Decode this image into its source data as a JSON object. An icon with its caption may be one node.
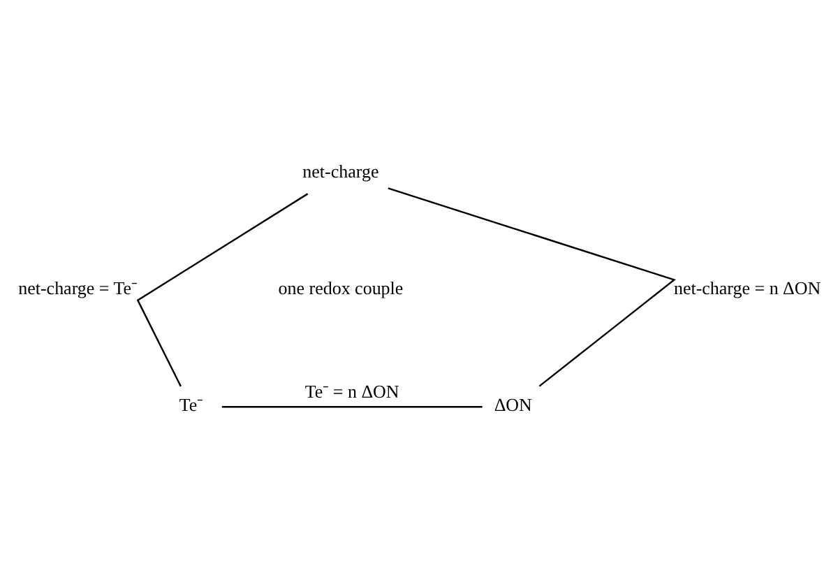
{
  "diagram": {
    "nodes": [
      {
        "text": [
          "net-charge"
        ]
      },
      {
        "text": [
          "Te⁻"
        ]
      },
      {
        "text": [
          "ΔON"
        ]
      }
    ],
    "edges": [
      {
        "from": 0,
        "to": 1,
        "arrow": "none",
        "label": "net-charge = Te⁻"
      },
      {
        "from": 0,
        "to": 2,
        "arrow": "none",
        "label": "net-charge = n ΔON"
      },
      {
        "from": 1,
        "to": 2,
        "arrow": "none",
        "label": "Te⁻ = n ΔON"
      }
    ],
    "labels": [
      "one redox couple"
    ]
  }
}
